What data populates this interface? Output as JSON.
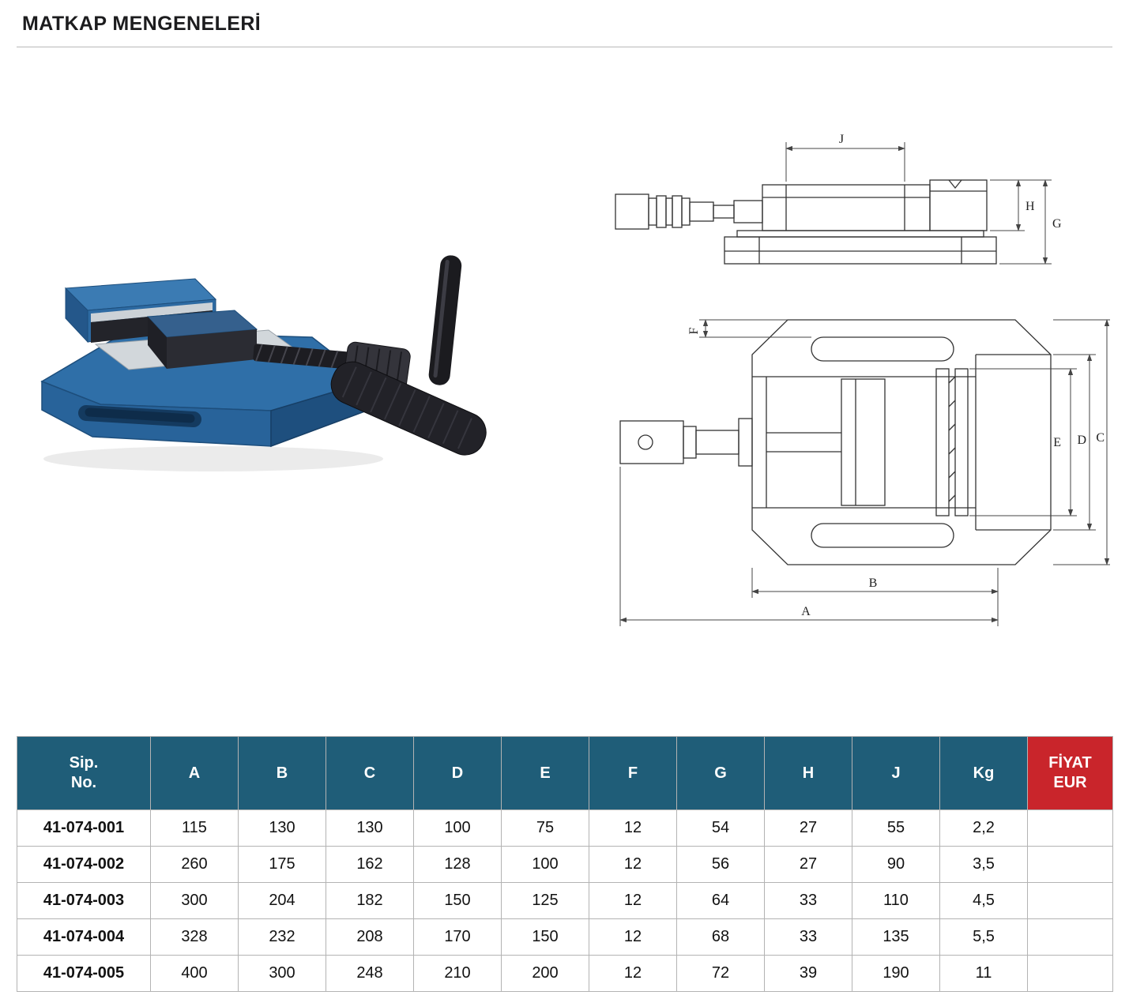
{
  "page": {
    "title": "MATKAP MENGENELERİ"
  },
  "drawings": {
    "side_view": {
      "dims": {
        "j": "J",
        "h": "H",
        "g": "G"
      }
    },
    "plan_view": {
      "dims": {
        "f": "F",
        "e": "E",
        "d": "D",
        "c": "C",
        "b": "B",
        "a": "A"
      }
    }
  },
  "table": {
    "colors": {
      "header_bg": "#1f5d78",
      "price_bg": "#c9252b",
      "header_text": "#ffffff"
    },
    "headers": [
      "Sip.\nNo.",
      "A",
      "B",
      "C",
      "D",
      "E",
      "F",
      "G",
      "H",
      "J",
      "Kg",
      "FİYAT\nEUR"
    ],
    "rows": [
      {
        "sip": "41-074-001",
        "a": "115",
        "b": "130",
        "c": "130",
        "d": "100",
        "e": "75",
        "f": "12",
        "g": "54",
        "h": "27",
        "j": "55",
        "kg": "2,2",
        "price": ""
      },
      {
        "sip": "41-074-002",
        "a": "260",
        "b": "175",
        "c": "162",
        "d": "128",
        "e": "100",
        "f": "12",
        "g": "56",
        "h": "27",
        "j": "90",
        "kg": "3,5",
        "price": ""
      },
      {
        "sip": "41-074-003",
        "a": "300",
        "b": "204",
        "c": "182",
        "d": "150",
        "e": "125",
        "f": "12",
        "g": "64",
        "h": "33",
        "j": "110",
        "kg": "4,5",
        "price": ""
      },
      {
        "sip": "41-074-004",
        "a": "328",
        "b": "232",
        "c": "208",
        "d": "170",
        "e": "150",
        "f": "12",
        "g": "68",
        "h": "33",
        "j": "135",
        "kg": "5,5",
        "price": ""
      },
      {
        "sip": "41-074-005",
        "a": "400",
        "b": "300",
        "c": "248",
        "d": "210",
        "e": "200",
        "f": "12",
        "g": "72",
        "h": "39",
        "j": "190",
        "kg": "11",
        "price": ""
      }
    ]
  }
}
